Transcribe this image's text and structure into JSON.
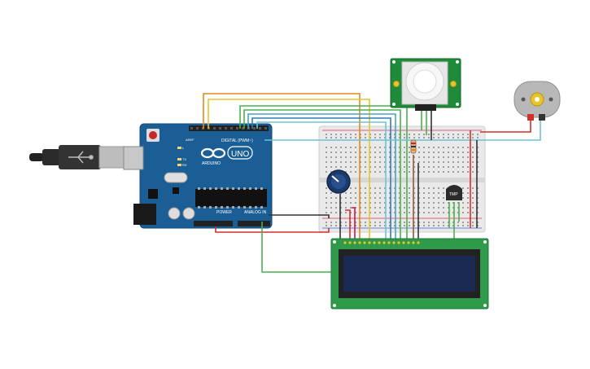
{
  "arduino": {
    "logo_text": "UNO",
    "brand": "ARDUINO",
    "digital_label": "DIGITAL (PWM~)",
    "power_label": "POWER",
    "analog_label": "ANALOG IN",
    "pin_aref": "AREF",
    "led_l": "L",
    "led_tx": "TX",
    "led_rx": "RX",
    "board_color": "#1b5e96"
  },
  "pir_sensor": {
    "board_color": "#1f8a3a"
  },
  "temp_sensor": {
    "label": "TMP"
  },
  "motor": {},
  "lcd": {
    "board_color": "#2e9a4a",
    "screen_color": "#1b2a52"
  },
  "breadboard": {},
  "colors": {
    "wire_orange": "#e08a1e",
    "wire_yellow": "#e8c52a",
    "wire_green": "#4caf50",
    "wire_blue": "#45a3c8",
    "wire_cyan": "#6cc3d5",
    "wire_red": "#d32f2f",
    "wire_black": "#333333",
    "wire_brown": "#8d5a3b"
  }
}
